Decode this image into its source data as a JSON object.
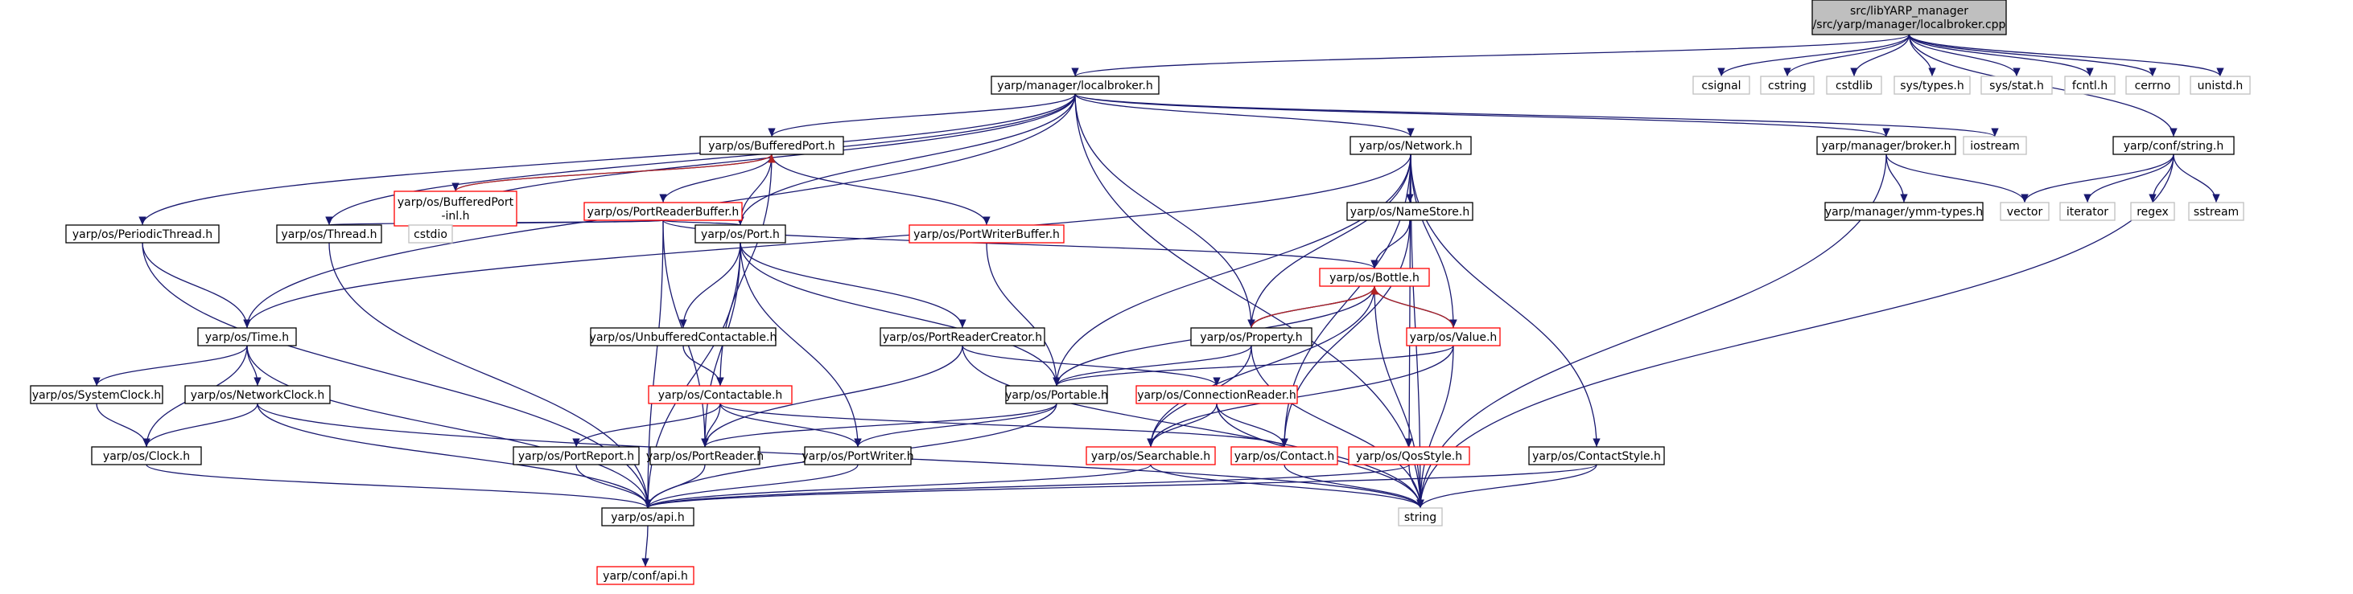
{
  "colors": {
    "background": "#ffffff",
    "black_border": "#000000",
    "red_border": "#ff0000",
    "gray_border": "#bfbfbf",
    "root_fill": "#bfbfbf",
    "edge": "#191970",
    "back_edge": "#b22222"
  },
  "nodes": [
    {
      "id": "root",
      "lines": [
        "src/libYARP_manager",
        "/src/yarp/manager/localbroker.cpp"
      ],
      "style": "root"
    },
    {
      "id": "localbroker_h",
      "lines": [
        "yarp/manager/localbroker.h"
      ],
      "style": "black"
    },
    {
      "id": "csignal",
      "lines": [
        "csignal"
      ],
      "style": "gray"
    },
    {
      "id": "cstring",
      "lines": [
        "cstring"
      ],
      "style": "gray"
    },
    {
      "id": "cstdlib",
      "lines": [
        "cstdlib"
      ],
      "style": "gray"
    },
    {
      "id": "sys_types",
      "lines": [
        "sys/types.h"
      ],
      "style": "gray"
    },
    {
      "id": "sys_stat",
      "lines": [
        "sys/stat.h"
      ],
      "style": "gray"
    },
    {
      "id": "fcntl",
      "lines": [
        "fcntl.h"
      ],
      "style": "gray"
    },
    {
      "id": "cerrno",
      "lines": [
        "cerrno"
      ],
      "style": "gray"
    },
    {
      "id": "unistd",
      "lines": [
        "unistd.h"
      ],
      "style": "gray"
    },
    {
      "id": "conf_string",
      "lines": [
        "yarp/conf/string.h"
      ],
      "style": "black"
    },
    {
      "id": "iostream",
      "lines": [
        "iostream"
      ],
      "style": "gray"
    },
    {
      "id": "broker_h",
      "lines": [
        "yarp/manager/broker.h"
      ],
      "style": "black"
    },
    {
      "id": "network_h",
      "lines": [
        "yarp/os/Network.h"
      ],
      "style": "black"
    },
    {
      "id": "bufferedport",
      "lines": [
        "yarp/os/BufferedPort.h"
      ],
      "style": "black"
    },
    {
      "id": "bufferedport_inl",
      "lines": [
        "yarp/os/BufferedPort",
        "-inl.h"
      ],
      "style": "red"
    },
    {
      "id": "portreaderbuffer",
      "lines": [
        "yarp/os/PortReaderBuffer.h"
      ],
      "style": "red"
    },
    {
      "id": "namestore",
      "lines": [
        "yarp/os/NameStore.h"
      ],
      "style": "black"
    },
    {
      "id": "ymm_types",
      "lines": [
        "yarp/manager/ymm-types.h"
      ],
      "style": "black"
    },
    {
      "id": "vector",
      "lines": [
        "vector"
      ],
      "style": "gray"
    },
    {
      "id": "iterator",
      "lines": [
        "iterator"
      ],
      "style": "gray"
    },
    {
      "id": "regex",
      "lines": [
        "regex"
      ],
      "style": "gray"
    },
    {
      "id": "sstream",
      "lines": [
        "sstream"
      ],
      "style": "gray"
    },
    {
      "id": "periodicthread",
      "lines": [
        "yarp/os/PeriodicThread.h"
      ],
      "style": "black"
    },
    {
      "id": "thread_h",
      "lines": [
        "yarp/os/Thread.h"
      ],
      "style": "black"
    },
    {
      "id": "cstdio",
      "lines": [
        "cstdio"
      ],
      "style": "gray"
    },
    {
      "id": "port_h",
      "lines": [
        "yarp/os/Port.h"
      ],
      "style": "black"
    },
    {
      "id": "portwriterbuffer",
      "lines": [
        "yarp/os/PortWriterBuffer.h"
      ],
      "style": "red"
    },
    {
      "id": "bottle_h",
      "lines": [
        "yarp/os/Bottle.h"
      ],
      "style": "red"
    },
    {
      "id": "time_h",
      "lines": [
        "yarp/os/Time.h"
      ],
      "style": "black"
    },
    {
      "id": "unbuffered",
      "lines": [
        "yarp/os/UnbufferedContactable.h"
      ],
      "style": "black"
    },
    {
      "id": "portreadercreator",
      "lines": [
        "yarp/os/PortReaderCreator.h"
      ],
      "style": "black"
    },
    {
      "id": "property_h",
      "lines": [
        "yarp/os/Property.h"
      ],
      "style": "black"
    },
    {
      "id": "value_h",
      "lines": [
        "yarp/os/Value.h"
      ],
      "style": "red"
    },
    {
      "id": "systemclock",
      "lines": [
        "yarp/os/SystemClock.h"
      ],
      "style": "black"
    },
    {
      "id": "networkclock",
      "lines": [
        "yarp/os/NetworkClock.h"
      ],
      "style": "black"
    },
    {
      "id": "contactable",
      "lines": [
        "yarp/os/Contactable.h"
      ],
      "style": "red"
    },
    {
      "id": "portable",
      "lines": [
        "yarp/os/Portable.h"
      ],
      "style": "black"
    },
    {
      "id": "connectionreader",
      "lines": [
        "yarp/os/ConnectionReader.h"
      ],
      "style": "red"
    },
    {
      "id": "clock_h",
      "lines": [
        "yarp/os/Clock.h"
      ],
      "style": "black"
    },
    {
      "id": "portreport",
      "lines": [
        "yarp/os/PortReport.h"
      ],
      "style": "black"
    },
    {
      "id": "portreader",
      "lines": [
        "yarp/os/PortReader.h"
      ],
      "style": "black"
    },
    {
      "id": "portwriter",
      "lines": [
        "yarp/os/PortWriter.h"
      ],
      "style": "black"
    },
    {
      "id": "searchable",
      "lines": [
        "yarp/os/Searchable.h"
      ],
      "style": "red"
    },
    {
      "id": "contact_h",
      "lines": [
        "yarp/os/Contact.h"
      ],
      "style": "red"
    },
    {
      "id": "qosstyle",
      "lines": [
        "yarp/os/QosStyle.h"
      ],
      "style": "red"
    },
    {
      "id": "contactstyle",
      "lines": [
        "yarp/os/ContactStyle.h"
      ],
      "style": "black"
    },
    {
      "id": "api_h",
      "lines": [
        "yarp/os/api.h"
      ],
      "style": "black"
    },
    {
      "id": "string",
      "lines": [
        "string"
      ],
      "style": "gray"
    },
    {
      "id": "conf_api",
      "lines": [
        "yarp/conf/api.h"
      ],
      "style": "red"
    }
  ],
  "edges": [
    [
      "root",
      "localbroker_h"
    ],
    [
      "root",
      "csignal"
    ],
    [
      "root",
      "cstring"
    ],
    [
      "root",
      "cstdlib"
    ],
    [
      "root",
      "sys_types"
    ],
    [
      "root",
      "sys_stat"
    ],
    [
      "root",
      "fcntl"
    ],
    [
      "root",
      "cerrno"
    ],
    [
      "root",
      "unistd"
    ],
    [
      "root",
      "conf_string"
    ],
    [
      "localbroker_h",
      "bufferedport"
    ],
    [
      "localbroker_h",
      "network_h"
    ],
    [
      "localbroker_h",
      "broker_h"
    ],
    [
      "localbroker_h",
      "iostream"
    ],
    [
      "localbroker_h",
      "periodicthread"
    ],
    [
      "localbroker_h",
      "thread_h"
    ],
    [
      "localbroker_h",
      "cstdio"
    ],
    [
      "localbroker_h",
      "port_h"
    ],
    [
      "localbroker_h",
      "property_h"
    ],
    [
      "localbroker_h",
      "time_h"
    ],
    [
      "localbroker_h",
      "string"
    ],
    [
      "conf_string",
      "vector"
    ],
    [
      "conf_string",
      "iterator"
    ],
    [
      "conf_string",
      "regex"
    ],
    [
      "conf_string",
      "sstream"
    ],
    [
      "conf_string",
      "string"
    ],
    [
      "broker_h",
      "ymm_types"
    ],
    [
      "broker_h",
      "vector"
    ],
    [
      "broker_h",
      "string"
    ],
    [
      "network_h",
      "namestore"
    ],
    [
      "network_h",
      "time_h"
    ],
    [
      "network_h",
      "property_h"
    ],
    [
      "network_h",
      "value_h"
    ],
    [
      "network_h",
      "portable"
    ],
    [
      "network_h",
      "contact_h"
    ],
    [
      "network_h",
      "qosstyle"
    ],
    [
      "network_h",
      "contactstyle"
    ],
    [
      "network_h",
      "string"
    ],
    [
      "bufferedport",
      "bufferedport_inl"
    ],
    [
      "bufferedport",
      "portreaderbuffer"
    ],
    [
      "bufferedport",
      "port_h"
    ],
    [
      "bufferedport",
      "portwriterbuffer"
    ],
    [
      "bufferedport",
      "contactable"
    ],
    [
      "portreaderbuffer",
      "thread_h"
    ],
    [
      "portreaderbuffer",
      "cstdio"
    ],
    [
      "portreaderbuffer",
      "port_h"
    ],
    [
      "portreaderbuffer",
      "bottle_h"
    ],
    [
      "portreaderbuffer",
      "portreader"
    ],
    [
      "portreaderbuffer",
      "api_h"
    ],
    [
      "namestore",
      "bottle_h"
    ],
    [
      "namestore",
      "contact_h"
    ],
    [
      "periodicthread",
      "time_h"
    ],
    [
      "periodicthread",
      "api_h"
    ],
    [
      "thread_h",
      "api_h"
    ],
    [
      "port_h",
      "unbuffered"
    ],
    [
      "port_h",
      "portreadercreator"
    ],
    [
      "port_h",
      "portable"
    ],
    [
      "port_h",
      "portreader"
    ],
    [
      "port_h",
      "portwriter"
    ],
    [
      "port_h",
      "api_h"
    ],
    [
      "portwriterbuffer",
      "portable"
    ],
    [
      "bottle_h",
      "property_h"
    ],
    [
      "bottle_h",
      "value_h"
    ],
    [
      "bottle_h",
      "portable"
    ],
    [
      "bottle_h",
      "searchable"
    ],
    [
      "bottle_h",
      "string"
    ],
    [
      "time_h",
      "systemclock"
    ],
    [
      "time_h",
      "networkclock"
    ],
    [
      "time_h",
      "clock_h"
    ],
    [
      "time_h",
      "api_h"
    ],
    [
      "unbuffered",
      "contactable"
    ],
    [
      "portreadercreator",
      "portreader"
    ],
    [
      "portreadercreator",
      "connectionreader"
    ],
    [
      "portreadercreator",
      "string"
    ],
    [
      "property_h",
      "bottle_h"
    ],
    [
      "property_h",
      "portable"
    ],
    [
      "property_h",
      "searchable"
    ],
    [
      "property_h",
      "string"
    ],
    [
      "value_h",
      "bottle_h"
    ],
    [
      "value_h",
      "portable"
    ],
    [
      "value_h",
      "searchable"
    ],
    [
      "value_h",
      "string"
    ],
    [
      "systemclock",
      "clock_h"
    ],
    [
      "networkclock",
      "clock_h"
    ],
    [
      "networkclock",
      "api_h"
    ],
    [
      "networkclock",
      "string"
    ],
    [
      "contactable",
      "portreport"
    ],
    [
      "contactable",
      "portreader"
    ],
    [
      "contactable",
      "portwriter"
    ],
    [
      "contactable",
      "contact_h"
    ],
    [
      "portable",
      "portreader"
    ],
    [
      "portable",
      "portwriter"
    ],
    [
      "portable",
      "api_h"
    ],
    [
      "connectionreader",
      "searchable"
    ],
    [
      "connectionreader",
      "contact_h"
    ],
    [
      "connectionreader",
      "string"
    ],
    [
      "clock_h",
      "api_h"
    ],
    [
      "portreport",
      "api_h"
    ],
    [
      "portreader",
      "api_h"
    ],
    [
      "portwriter",
      "api_h"
    ],
    [
      "searchable",
      "api_h"
    ],
    [
      "searchable",
      "string"
    ],
    [
      "contact_h",
      "string"
    ],
    [
      "qosstyle",
      "api_h"
    ],
    [
      "qosstyle",
      "string"
    ],
    [
      "contactstyle",
      "api_h"
    ],
    [
      "contactstyle",
      "string"
    ],
    [
      "api_h",
      "conf_api"
    ]
  ],
  "back_edges": [
    [
      "bufferedport_inl",
      "bufferedport"
    ],
    [
      "property_h",
      "bottle_h"
    ],
    [
      "value_h",
      "bottle_h"
    ]
  ]
}
